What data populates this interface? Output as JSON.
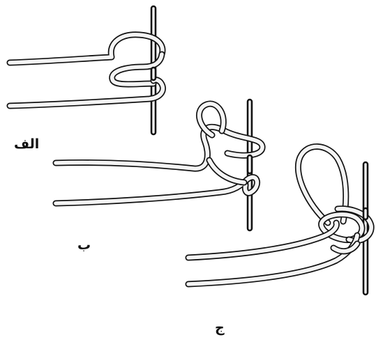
{
  "labels": {
    "alef": "الف",
    "be": "ب",
    "jim": "ج"
  }
}
